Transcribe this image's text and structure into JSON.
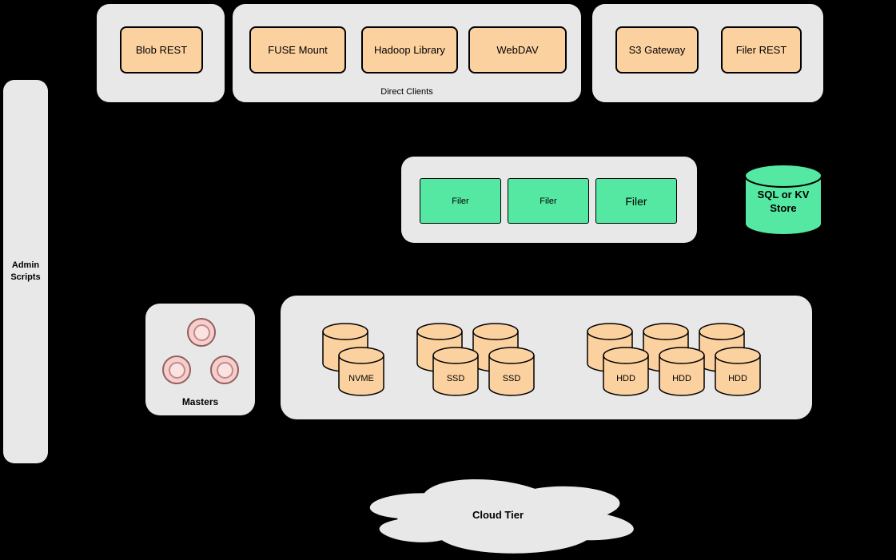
{
  "top_row": {
    "blob_group": {
      "buttons": [
        {
          "label": "Blob REST"
        }
      ]
    },
    "direct_clients_group": {
      "caption": "Direct Clients",
      "buttons": [
        {
          "label": "FUSE Mount"
        },
        {
          "label": "Hadoop Library"
        },
        {
          "label": "WebDAV"
        }
      ]
    },
    "gateway_group": {
      "buttons": [
        {
          "label": "S3 Gateway"
        },
        {
          "label": "Filer REST"
        }
      ]
    }
  },
  "admin_scripts": {
    "label": "Admin\nScripts"
  },
  "filer_cluster": {
    "nodes": [
      {
        "label": "Filer"
      },
      {
        "label": "Filer"
      },
      {
        "label": "Filer"
      }
    ]
  },
  "metadata_store": {
    "label": "SQL or KV\nStore"
  },
  "masters": {
    "label": "Masters",
    "node_count": 3
  },
  "volume_tiers": {
    "nvme": {
      "labels": [
        "NVME"
      ]
    },
    "ssd": {
      "labels": [
        "SSD",
        "SSD"
      ]
    },
    "hdd": {
      "labels": [
        "HDD",
        "HDD",
        "HDD"
      ]
    }
  },
  "cloud_tier": {
    "label": "Cloud Tier"
  },
  "colors": {
    "background": "#000000",
    "panel_gray": "#e8e8e8",
    "node_orange": "#fcd1a0",
    "node_green": "#55e8a2",
    "master_pink": "#f8cecc",
    "stroke_black": "#000000"
  }
}
